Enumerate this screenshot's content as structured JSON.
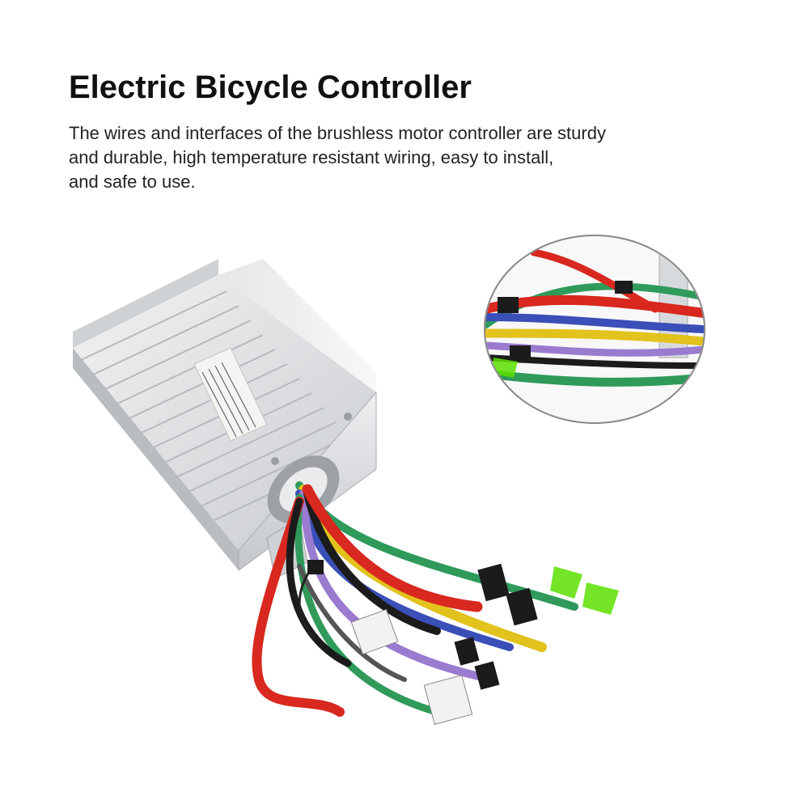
{
  "title": "Electric Bicycle Controller",
  "description": {
    "line1": "The wires and interfaces of the brushless motor controller are sturdy",
    "line2": "and durable, high temperature resistant wiring, easy to install,",
    "line3": "and safe to use."
  },
  "images": {
    "product": "controller-photo",
    "detail": "wire-closeup-photo"
  },
  "colors": {
    "red": "#d8281f",
    "green": "#2f9a5a",
    "blue": "#3b4fb8",
    "yellow": "#e2c21c",
    "purple": "#9a7bd0",
    "black": "#1b1b1b",
    "connector_green": "#5be000",
    "housing": "#d7dadd"
  }
}
